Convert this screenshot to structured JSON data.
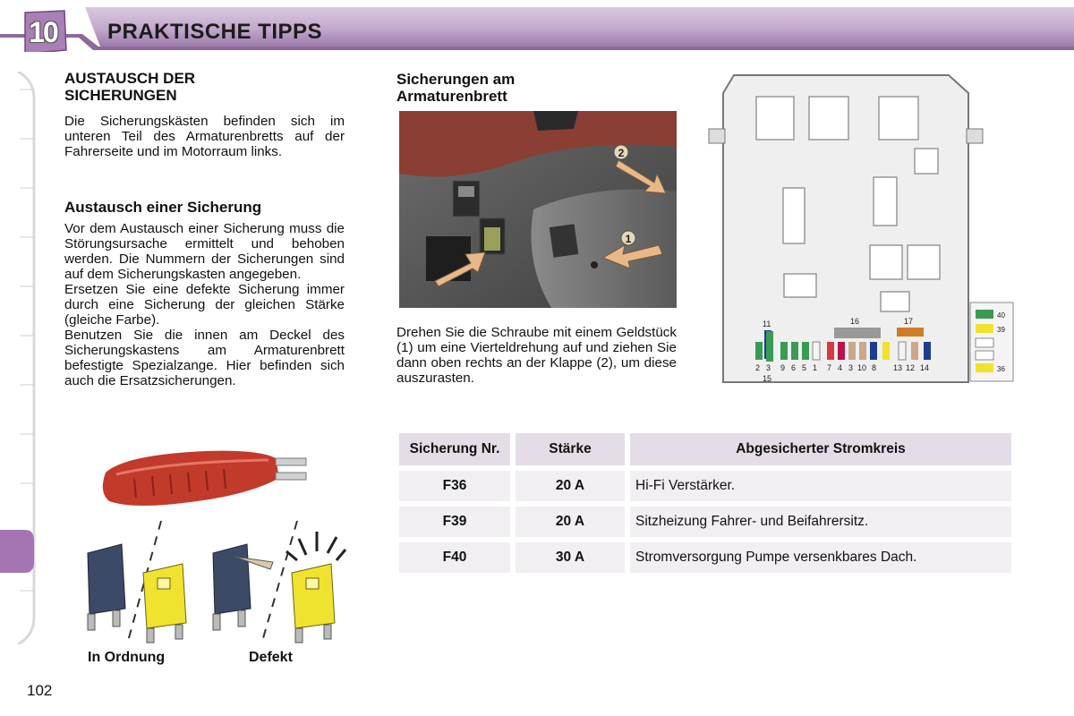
{
  "header": {
    "chapter_number": "10",
    "title": "PRAKTISCHE TIPPS",
    "colors": {
      "band_light": "#e9dfee",
      "band_dark": "#9b7aa8",
      "accent": "#a46fae"
    }
  },
  "left_column": {
    "section_title_line1": "AUSTAUSCH DER",
    "section_title_line2": "SICHERUNGEN",
    "intro": "Die Sicherungskästen befinden sich im unteren Teil des Armaturenbretts auf der Fahrerseite und im Motorraum links.",
    "subsection_title": "Austausch einer Sicherung",
    "para1": "Vor dem Austausch einer Sicherung muss die Störungsursache ermittelt und behoben werden. Die Nummern der Sicherungen sind auf dem Sicherungskasten angegeben.",
    "para2": "Ersetzen Sie eine defekte Sicherung immer durch eine Sicherung der gleichen Stärke (gleiche Farbe).",
    "para3": "Benutzen Sie die innen am Deckel des Sicherungskastens am Armaturenbrett befestigte Spezialzange. Hier befinden sich auch die Ersatzsicherungen.",
    "caption_ok": "In Ordnung",
    "caption_defect": "Defekt"
  },
  "middle_column": {
    "title_line1": "Sicherungen am",
    "title_line2": "Armaturenbrett",
    "instruction": "Drehen Sie die Schraube mit einem Geldstück (1) um eine Vierteldrehung auf und ziehen Sie dann oben rechts an der Klappe (2), um diese auszurasten.",
    "marker_1": "1",
    "marker_2": "2"
  },
  "fuse_diagram": {
    "label_11": "11",
    "label_15": "15",
    "label_16": "16",
    "label_17": "17",
    "bottom_numbers": [
      "2",
      "3",
      "9",
      "6",
      "5",
      "1",
      "7",
      "4",
      "3",
      "10",
      "8",
      "13",
      "12",
      "14"
    ],
    "side_labels": [
      "40",
      "39",
      "36"
    ]
  },
  "fuse_table": {
    "headers": [
      "Sicherung Nr.",
      "Stärke",
      "Abgesicherter Stromkreis"
    ],
    "rows": [
      {
        "nr": "F36",
        "amp": "20 A",
        "circuit": "Hi-Fi Verstärker."
      },
      {
        "nr": "F39",
        "amp": "20 A",
        "circuit": "Sitzheizung Fahrer- und Beifahrersitz."
      },
      {
        "nr": "F40",
        "amp": "30 A",
        "circuit": "Stromversorgung Pumpe versenkbares Dach."
      }
    ]
  },
  "page_number": "102"
}
